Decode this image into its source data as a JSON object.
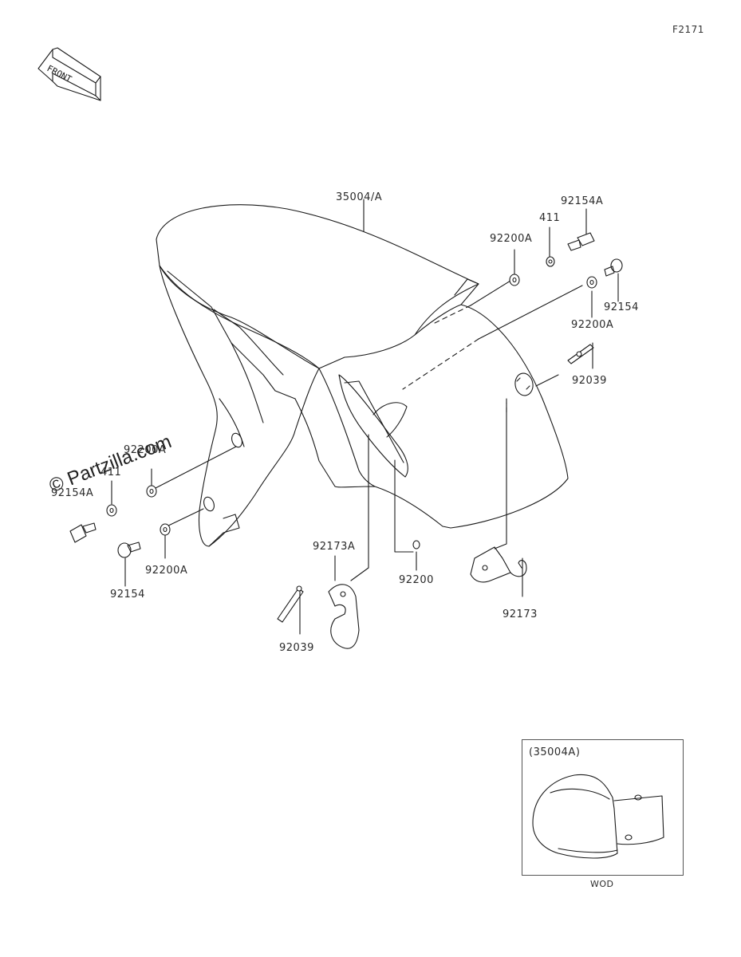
{
  "figure_id": "F2171",
  "front_arrow_text": "FRONT",
  "watermark": "© Partzilla.com",
  "labels": {
    "fender_main": "35004/A",
    "collar_top_right": "92154A",
    "washer_411_top": "411",
    "washer_92200A_top_left": "92200A",
    "bolt_92154_right": "92154",
    "washer_92200A_right": "92200A",
    "rivet_92039_right": "92039",
    "washer_92200A_left_top": "92200A",
    "washer_411_left": "411",
    "collar_left": "92154A",
    "bolt_92154_left": "92154",
    "washer_92200A_left_bottom": "92200A",
    "clamp_92173A": "92173A",
    "washer_92200_bottom": "92200",
    "clamp_92173": "92173",
    "rivet_92039_left": "92039"
  },
  "inset": {
    "label": "(35004A)",
    "caption": "WOD"
  }
}
